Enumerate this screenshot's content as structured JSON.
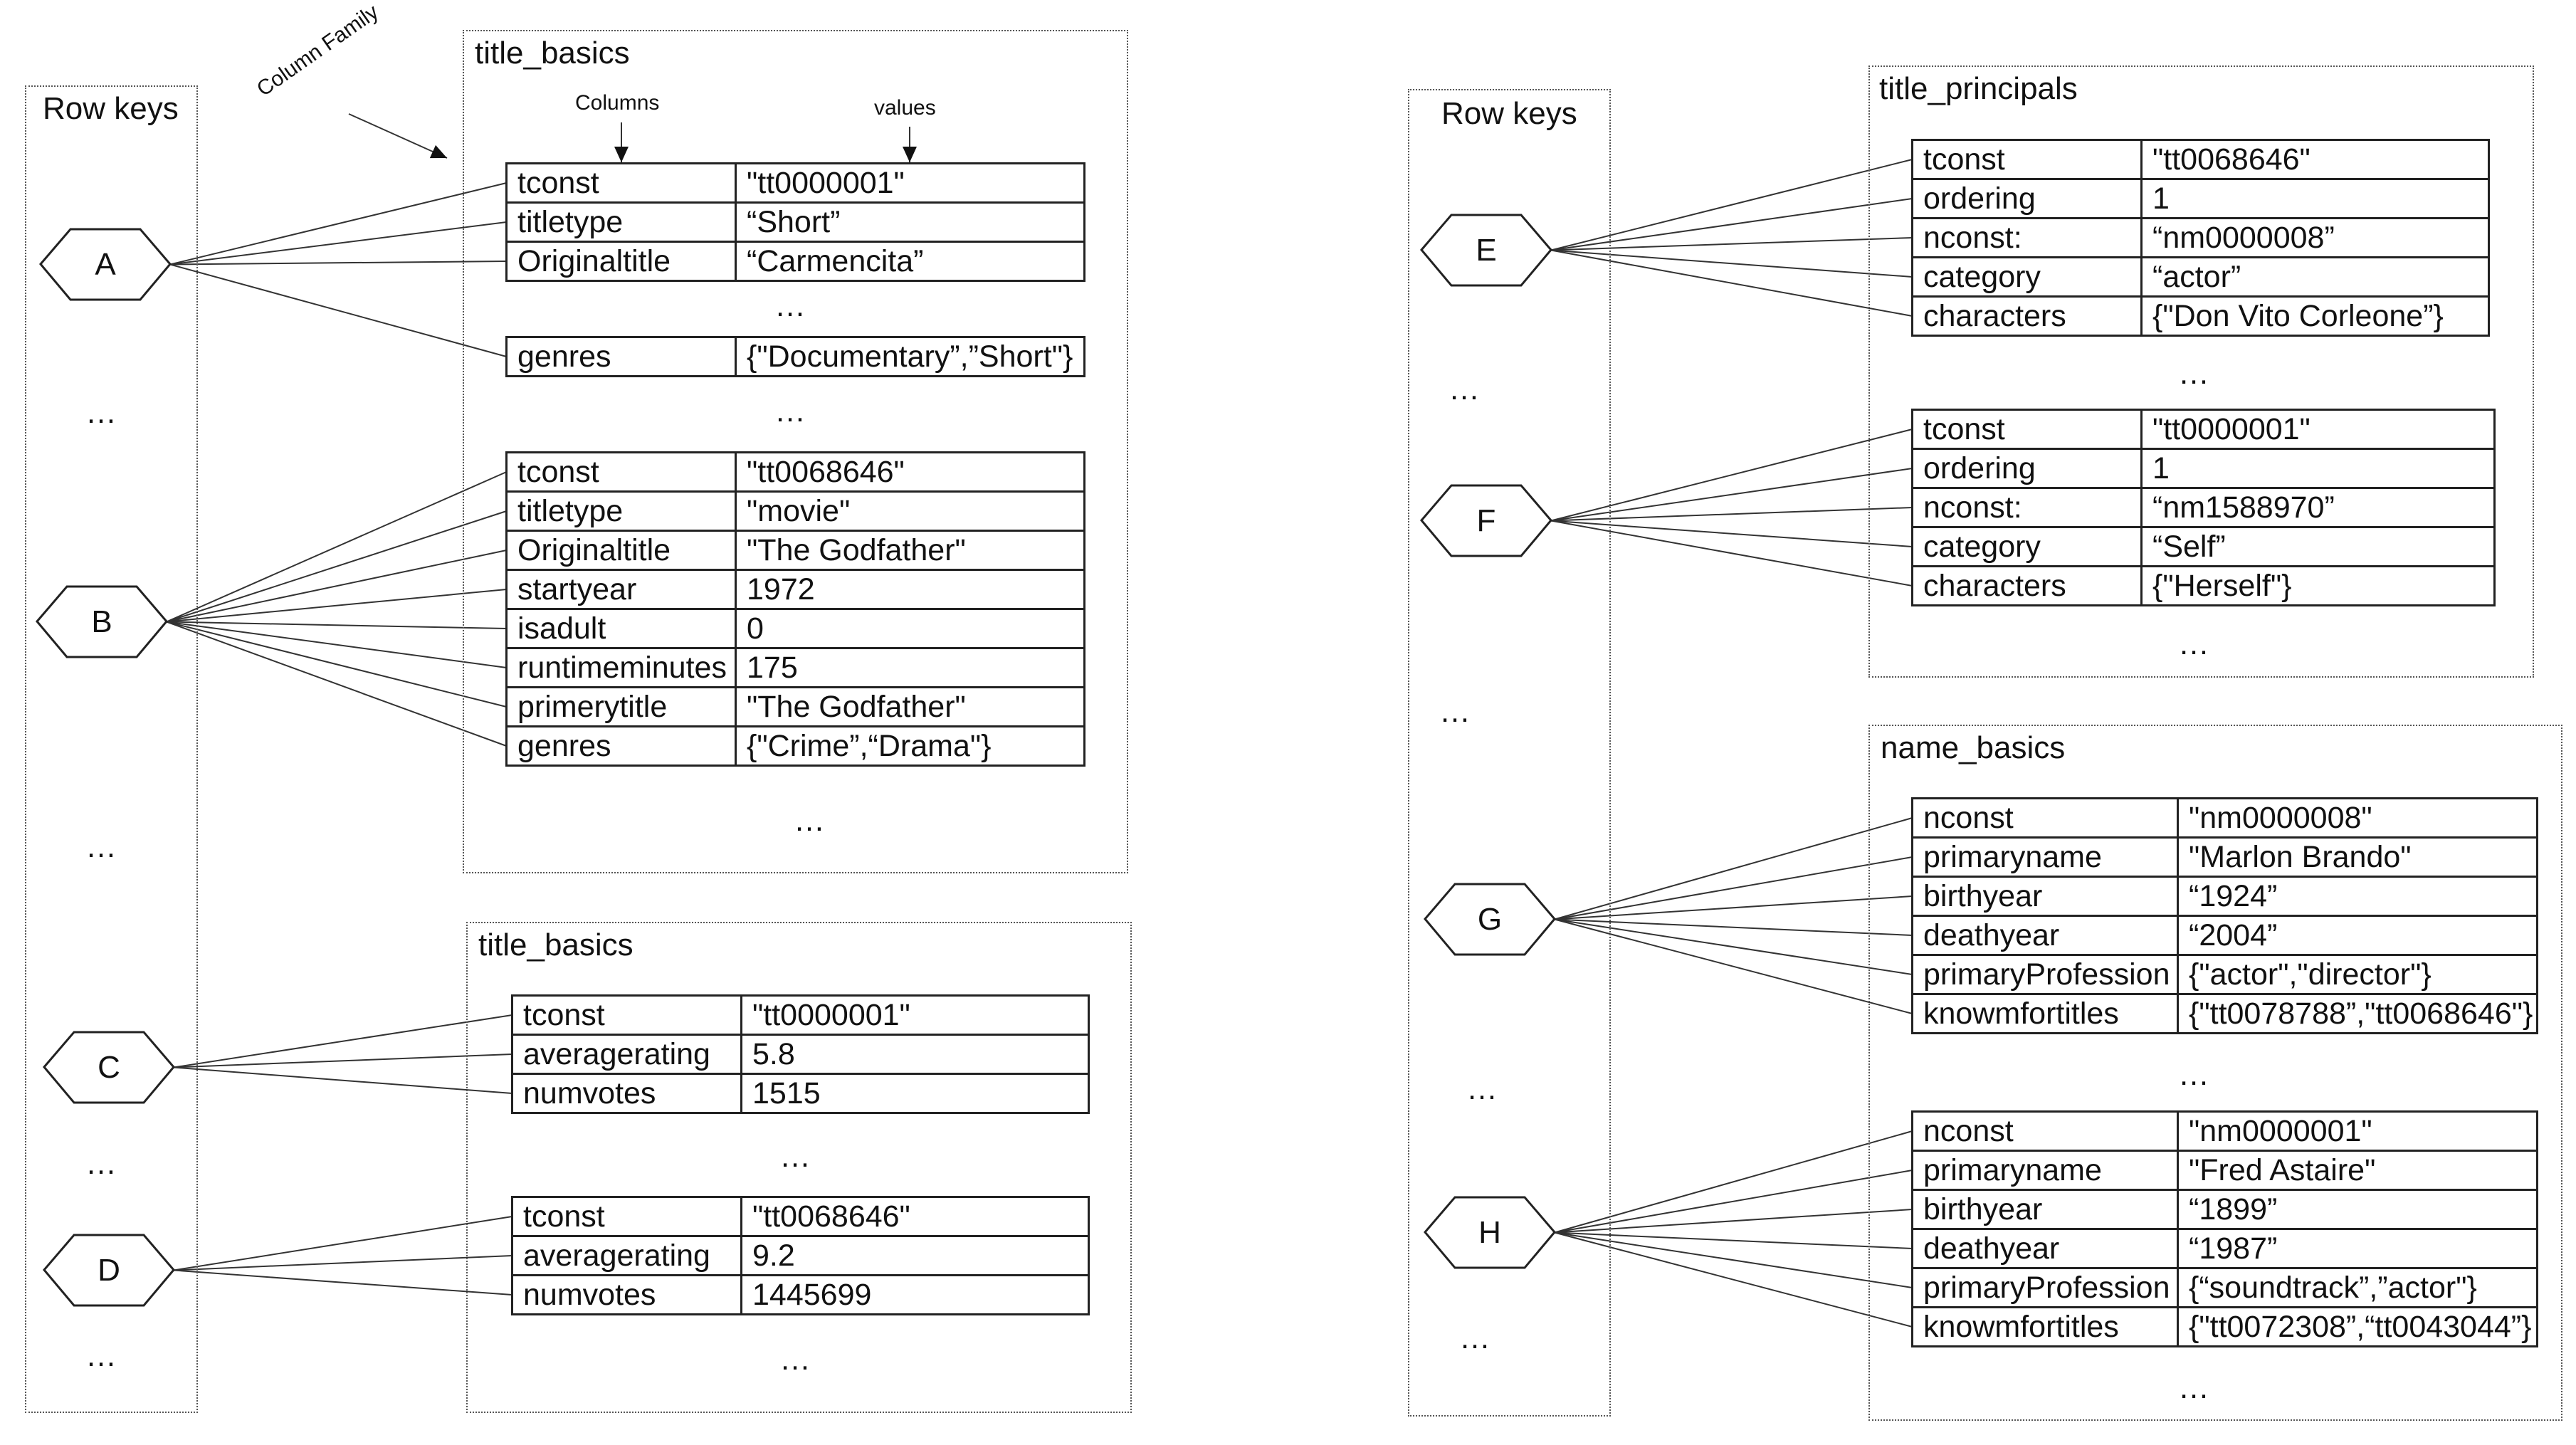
{
  "left": {
    "row_keys_label": "Row keys",
    "annotations": {
      "column_family": "Column Family",
      "columns": "Columns",
      "values": "values"
    },
    "keys": [
      "A",
      "B",
      "C",
      "D"
    ],
    "ellipsis": "…",
    "family1": {
      "name": "title_basics",
      "rowA": [
        {
          "col": "tconst",
          "val": "\"tt0000001\""
        },
        {
          "col": "titletype",
          "val": "“Short”"
        },
        {
          "col": "Originaltitle",
          "val": "“Carmencita”"
        }
      ],
      "rowA_genres": {
        "col": "genres",
        "val": "{\"Documentary”,”Short\"}"
      },
      "rowB": [
        {
          "col": "tconst",
          "val": " \"tt0068646\""
        },
        {
          "col": "titletype",
          "val": "\"movie\""
        },
        {
          "col": "Originaltitle",
          "val": "\"The Godfather\""
        },
        {
          "col": "startyear",
          "val": "1972"
        },
        {
          "col": "isadult",
          "val": "0"
        },
        {
          "col": "runtimeminutes",
          "val": "175"
        },
        {
          "col": "primerytitle",
          "val": "\"The Godfather\""
        },
        {
          "col": "genres",
          "val": "{\"Crime”,“Drama\"}"
        }
      ]
    },
    "family2": {
      "name": "title_basics",
      "rowC": [
        {
          "col": "tconst",
          "val": "\"tt0000001\""
        },
        {
          "col": "averagerating",
          "val": "5.8"
        },
        {
          "col": "numvotes",
          "val": "1515"
        }
      ],
      "rowD": [
        {
          "col": "tconst",
          "val": "\"tt0068646\""
        },
        {
          "col": "averagerating",
          "val": "9.2"
        },
        {
          "col": "numvotes",
          "val": "1445699"
        }
      ]
    }
  },
  "right": {
    "row_keys_label": "Row keys",
    "keys": [
      "E",
      "F",
      "G",
      "H"
    ],
    "ellipsis": "…",
    "family3": {
      "name": "title_principals",
      "rowE": [
        {
          "col": "tconst",
          "val": "\"tt0068646\""
        },
        {
          "col": "ordering",
          "val": "1"
        },
        {
          "col": "nconst:",
          "val": "“nm0000008”"
        },
        {
          "col": "category",
          "val": "“actor”"
        },
        {
          "col": "characters",
          "val": "{\"Don Vito Corleone”}"
        }
      ],
      "rowF": [
        {
          "col": "tconst",
          "val": "\"tt0000001\""
        },
        {
          "col": "ordering",
          "val": "1"
        },
        {
          "col": "nconst:",
          "val": "“nm1588970”"
        },
        {
          "col": "category",
          "val": "“Self”"
        },
        {
          "col": "characters",
          "val": "{\"Herself\"}"
        }
      ]
    },
    "family4": {
      "name": "name_basics",
      "rowG": [
        {
          "col": "nconst",
          "val": "\"nm0000008\""
        },
        {
          "col": "primaryname",
          "val": "\"Marlon Brando\""
        },
        {
          "col": "birthyear",
          "val": "“1924”"
        },
        {
          "col": "deathyear",
          "val": "“2004”"
        },
        {
          "col": "primaryProfession",
          "val": "{\"actor\",\"director\"}"
        },
        {
          "col": "knowmfortitles",
          "val": "{\"tt0078788”,\"tt0068646\"}"
        }
      ],
      "rowH": [
        {
          "col": "nconst",
          "val": "\"nm0000001\""
        },
        {
          "col": "primaryname",
          "val": " \"Fred Astaire\""
        },
        {
          "col": "birthyear",
          "val": "“1899”"
        },
        {
          "col": "deathyear",
          "val": "“1987”"
        },
        {
          "col": "primaryProfession",
          "val": "{“soundtrack”,”actor\"}"
        },
        {
          "col": "knowmfortitles",
          "val": "{\"tt0072308”,“tt0043044”}"
        }
      ]
    }
  }
}
